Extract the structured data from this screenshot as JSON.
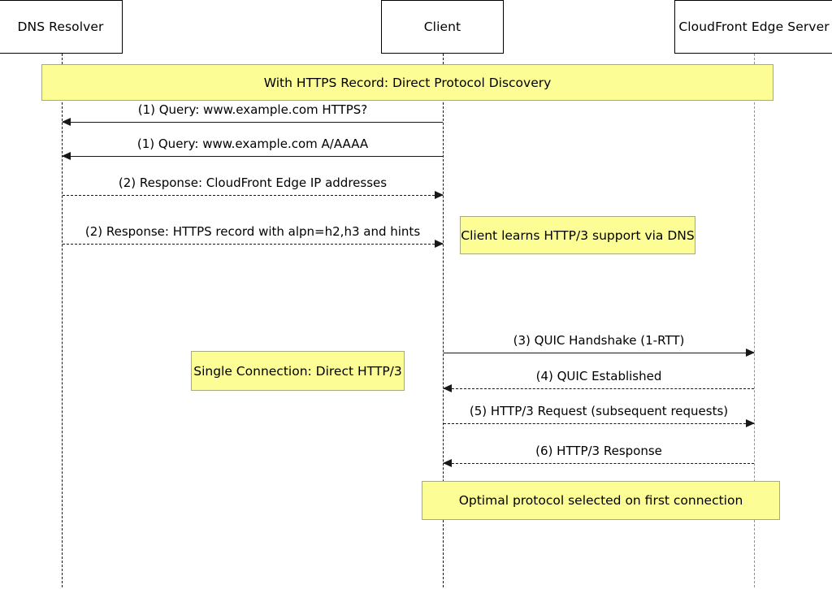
{
  "diagram": {
    "type": "sequence-diagram",
    "title": "With HTTPS Record: Direct Protocol Discovery",
    "background_color": "#ffffff",
    "note_fill_color": "#fdfd96",
    "note_border_color": "#a9a980",
    "line_color": "#181818"
  },
  "participants": [
    {
      "id": "dns",
      "label": "DNS Resolver"
    },
    {
      "id": "client",
      "label": "Client"
    },
    {
      "id": "edge",
      "label": "CloudFront Edge Server"
    }
  ],
  "banner": {
    "label": "With HTTPS Record: Direct Protocol Discovery"
  },
  "messages": [
    {
      "id": "m1",
      "label": "(1) Query: www.example.com HTTPS?",
      "from": "client",
      "to": "dns",
      "style": "solid",
      "direction": "left"
    },
    {
      "id": "m2",
      "label": "(1) Query: www.example.com A/AAAA",
      "from": "client",
      "to": "dns",
      "style": "solid",
      "direction": "left"
    },
    {
      "id": "m3",
      "label": "(2) Response: CloudFront Edge IP addresses",
      "from": "dns",
      "to": "client",
      "style": "dashed",
      "direction": "right"
    },
    {
      "id": "m4",
      "label": "(2) Response: HTTPS record with alpn=h2,h3 and hints",
      "from": "dns",
      "to": "client",
      "style": "dashed",
      "direction": "right"
    },
    {
      "id": "m5",
      "label": "(3) QUIC Handshake (1-RTT)",
      "from": "client",
      "to": "edge",
      "style": "solid",
      "direction": "right"
    },
    {
      "id": "m6",
      "label": "(4) QUIC Established",
      "from": "edge",
      "to": "client",
      "style": "dashed",
      "direction": "left"
    },
    {
      "id": "m7",
      "label": "(5) HTTP/3 Request (subsequent requests)",
      "from": "client",
      "to": "edge",
      "style": "dashed",
      "direction": "right"
    },
    {
      "id": "m8",
      "label": "(6) HTTP/3 Response",
      "from": "edge",
      "to": "client",
      "style": "dashed",
      "direction": "left"
    }
  ],
  "notes": [
    {
      "id": "n1",
      "label": "Client learns HTTP/3 support via DNS",
      "anchor": "client"
    },
    {
      "id": "n2",
      "label": "Single Connection: Direct HTTP/3",
      "anchor": "left-of-client"
    },
    {
      "id": "n3",
      "label": "Optimal protocol selected on first connection",
      "anchor": "client-to-edge"
    }
  ]
}
